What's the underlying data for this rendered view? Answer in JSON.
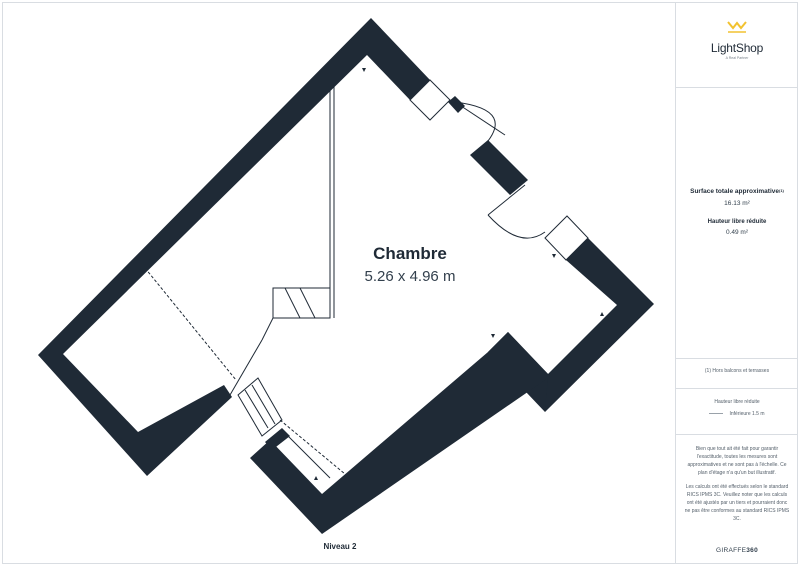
{
  "plan": {
    "room_name": "Chambre",
    "room_dimensions": "5.26 x 4.96 m",
    "level": "Niveau 2"
  },
  "sidebar": {
    "logo_text": "LightShop",
    "logo_tagline": "A Real Partner",
    "surface_title": "Surface totale approximative",
    "surface_footnote": "(1)",
    "surface_value": "16.13 m²",
    "reduced_height_title": "Hauteur libre réduite",
    "reduced_height_value": "0.49 m²",
    "footnote_text": "(1) Hors balcons et terrasses",
    "legend_title": "Hauteur libre réduite",
    "legend_item": "Inférieure 1.5 m",
    "disclaimer_1": "Bien que tout ait été fait pour garantir l'exactitude, toutes les mesures sont approximatives et ne sont pas à l'échelle. Ce plan d'étage n'a qu'un but illustratif.",
    "disclaimer_2": "Les calculs ont été effectués selon le standard RICS IPMS 3C. Veuillez noter que les calculs ont été ajustés par un tiers et pourraient donc ne pas être conformes au standard RICS IPMS 3C.",
    "brand_prefix": "GIRAFFE",
    "brand_suffix": "360"
  },
  "colors": {
    "wall": "#1f2a36",
    "accent_logo": "#f2c230",
    "line": "#1f2a36",
    "separator": "#d9dde2"
  }
}
